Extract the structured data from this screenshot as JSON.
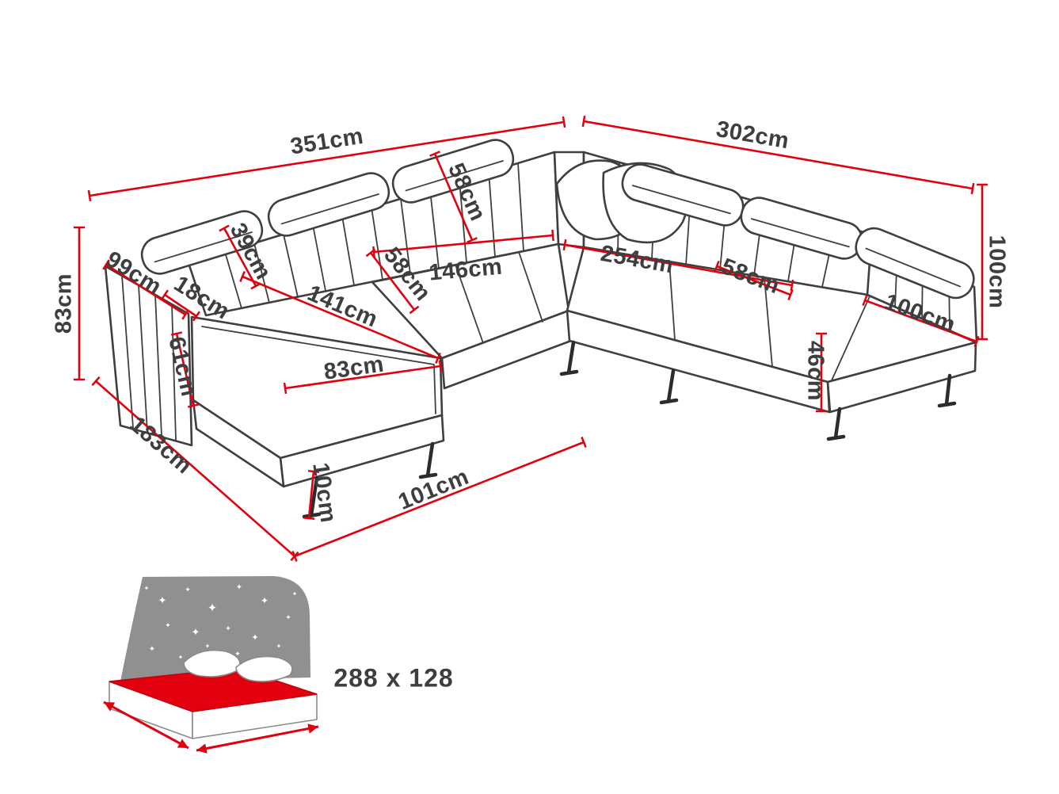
{
  "diagram": {
    "type": "furniture-dimension-diagram",
    "subject": "U-shaped corner sofa with measurements"
  },
  "colors": {
    "outline": "#3f3f3f",
    "dimension_red": "#e2000f",
    "label_text": "#3e3e3e",
    "bed_headboard_gray": "#909090",
    "mattress_red": "#e2000f",
    "background": "#ffffff"
  },
  "labels": {
    "back_width_left": "351cm",
    "back_width_right": "302cm",
    "height_left": "83cm",
    "armrest_depth": "99cm",
    "armrest_width": "18cm",
    "backrest_depth": "39cm",
    "corner_backrest_width": "58cm",
    "seat_depth_left": "58cm",
    "middle_seat_width": "146cm",
    "right_seat_width": "254cm",
    "seat_depth_right": "58cm",
    "height_right": "100cm",
    "chaise_width_right": "100cm",
    "chaise_length_left": "141cm",
    "chaise_height_left": "61cm",
    "chaise_seat_width_left": "83cm",
    "depth_left": "183cm",
    "leg_height": "10cm",
    "front_width_left": "101cm",
    "seat_height_right": "46cm"
  },
  "sleeping_area": {
    "label": "288 x 128"
  },
  "icons": {
    "star": "✦"
  }
}
